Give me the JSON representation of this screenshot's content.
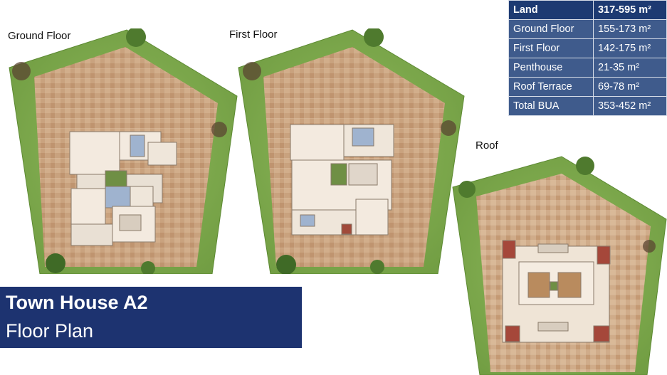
{
  "labels": {
    "ground_floor": "Ground Floor",
    "first_floor": "First Floor",
    "roof": "Roof"
  },
  "area_table": {
    "header": {
      "label": "Land",
      "value": "317-595 m²"
    },
    "rows": [
      {
        "label": "Ground Floor",
        "value": "155-173 m²"
      },
      {
        "label": "First Floor",
        "value": "142-175 m²"
      },
      {
        "label": "Penthouse",
        "value": "21-35 m²"
      },
      {
        "label": "Roof Terrace",
        "value": "69-78 m²"
      },
      {
        "label": "Total BUA",
        "value": "353-452 m²"
      }
    ]
  },
  "title": {
    "main": "Town House A2",
    "sub": "Floor Plan"
  },
  "colors": {
    "lawn": "#7da74c",
    "paving": "#c8a07a",
    "table_header": "#1d3a72",
    "table_row": "#3f5b8c",
    "title_bg": "#1d3370"
  }
}
